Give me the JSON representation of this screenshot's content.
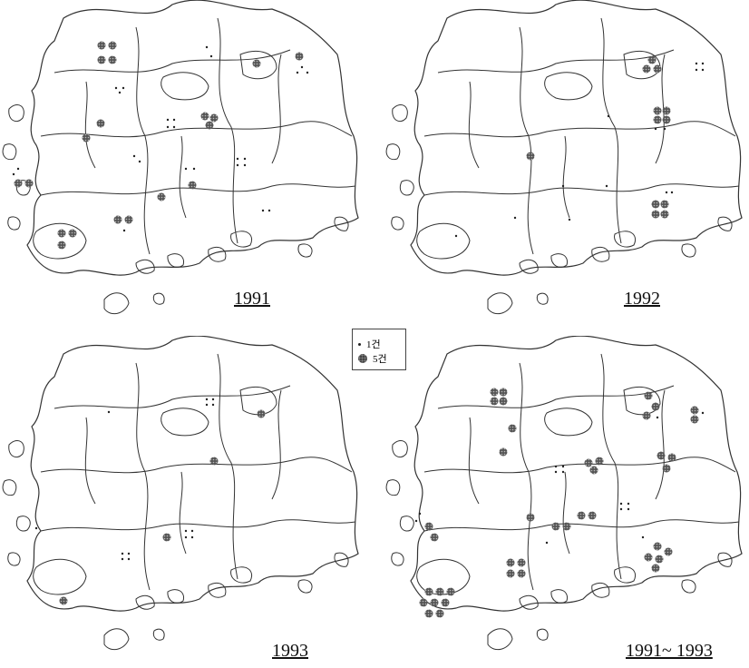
{
  "panels": [
    {
      "year_label": "1991"
    },
    {
      "year_label": "1992"
    },
    {
      "year_label": "1993"
    },
    {
      "year_label": "1991~ 1993"
    }
  ],
  "legend": {
    "small_label": "1건",
    "large_label": "5건"
  },
  "colors": {
    "outline": "#333333",
    "dot": "#222222",
    "background": "#ffffff"
  }
}
